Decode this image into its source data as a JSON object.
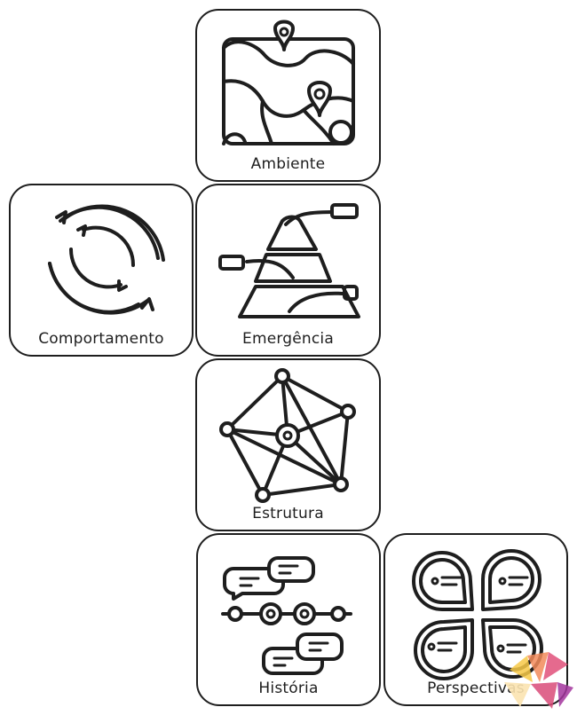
{
  "cards": [
    {
      "id": "ambiente",
      "label": "Ambiente",
      "icon": "map-with-pins-icon"
    },
    {
      "id": "comportamento",
      "label": "Comportamento",
      "icon": "cycle-arrows-icon"
    },
    {
      "id": "emergencia",
      "label": "Emergência",
      "icon": "layered-pyramid-icon"
    },
    {
      "id": "estrutura",
      "label": "Estrutura",
      "icon": "network-graph-icon"
    },
    {
      "id": "historia",
      "label": "História",
      "icon": "timeline-dialogue-icon"
    },
    {
      "id": "perspectivas",
      "label": "Perspectivas",
      "icon": "four-perspectives-icon"
    }
  ],
  "colors": {
    "stroke": "#1e1e1e",
    "background": "#ffffff"
  }
}
